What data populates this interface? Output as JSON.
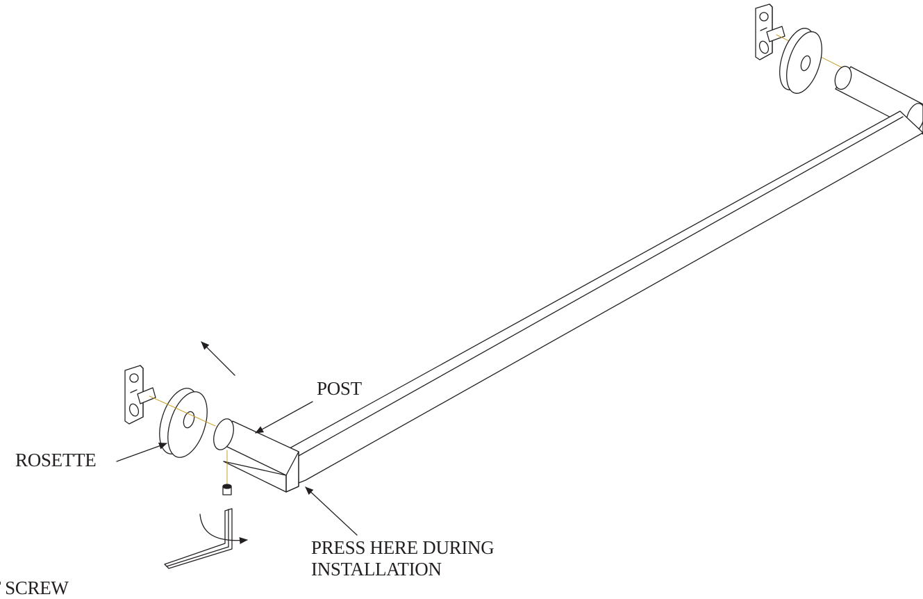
{
  "labels": {
    "post": "POST",
    "rosette": "ROSETTE",
    "press_line1": "PRESS HERE DURING",
    "press_line2": "INSTALLATION",
    "set_screw": "SET SCREW"
  },
  "colors": {
    "line": "#231f20",
    "fill": "#ffffff",
    "axis_line": "#c9a227"
  }
}
